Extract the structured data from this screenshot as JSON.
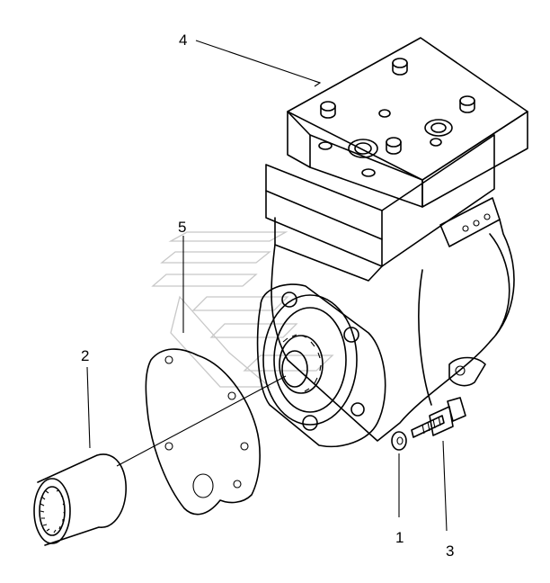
{
  "diagram": {
    "callouts": [
      {
        "id": "c1",
        "label": "1"
      },
      {
        "id": "c2",
        "label": "2"
      },
      {
        "id": "c3",
        "label": "3"
      },
      {
        "id": "c4",
        "label": "4"
      },
      {
        "id": "c5",
        "label": "5"
      }
    ],
    "parts": [
      {
        "label": "1",
        "icon": "washer"
      },
      {
        "label": "2",
        "icon": "splined-sleeve"
      },
      {
        "label": "3",
        "icon": "bolt"
      },
      {
        "label": "4",
        "icon": "compressor-head"
      },
      {
        "label": "5",
        "icon": "flange-gasket"
      }
    ],
    "watermark_icon": "logo-watermark"
  }
}
